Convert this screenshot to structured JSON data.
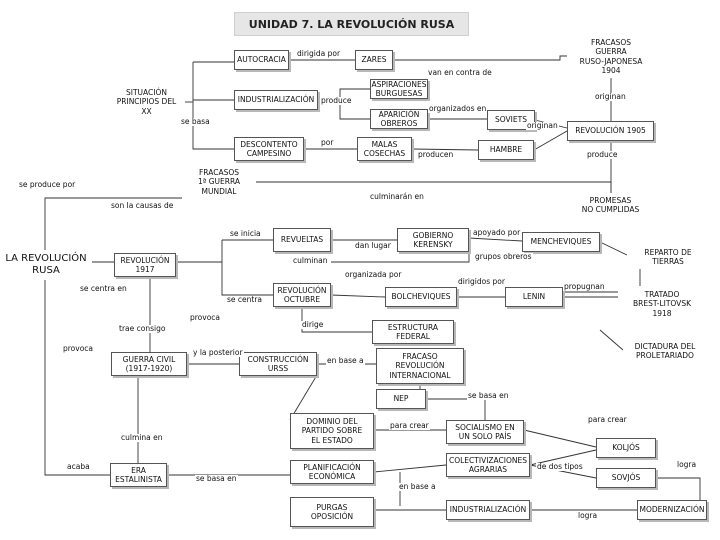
{
  "title": "UNIDAD 7. LA REVOLUCIÓN RUSA",
  "nodes": {
    "autocracia": "AUTOCRACIA",
    "zares": "ZARES",
    "fracasos_ruso_japonesa": "FRACASOS\nGUERRA\nRUSO-JAPONESA\n1904",
    "industrializacion_1": "INDUSTRIALIZACIÓN",
    "situacion_principios": "SITUACIÓN\nPRINCIPIOS DEL XX",
    "aspiraciones_burguesas": "ASPIRACIONES\nBURGUESAS",
    "aparicion_obreros": "APARICIÓN\nOBREROS",
    "soviets": "SOVIETS",
    "descontento_campesino": "DESCONTENTO\nCAMPESINO",
    "malas_cosechas": "MALAS\nCOSECHAS",
    "hambre": "HAMBRE",
    "revolucion_1905": "REVOLUCIÓN 1905",
    "fracasos_primera_guerra": "FRACASOS\n1ª GUERRA\nMUNDIAL",
    "promesas_no_cumplidas": "PROMESAS\nNO CUMPLIDAS",
    "la_revolucion_rusa": "LA REVOLUCIÓN\nRUSA",
    "revolucion_1917": "REVOLUCIÓN\n1917",
    "revueltas": "REVUELTAS",
    "gobierno_kerensky": "GOBIERNO\nKERENSKY",
    "mencheviques": "MENCHEVIQUES",
    "reparto_tierras": "REPARTO DE\nTIERRAS",
    "revolucion_octubre": "REVOLUCIÓN\nOCTUBRE",
    "bolcheviques": "BOLCHEVIQUES",
    "lenin": "LENIN",
    "tratado_brest": "TRATADO\nBREST-LITOVSK\n1918",
    "estructura_federal": "ESTRUCTURA\nFEDERAL",
    "dictadura_proletariado": "DICTADURA DEL\nPROLETARIADO",
    "guerra_civil": "GUERRA CIVIL\n(1917-1920)",
    "construccion_urss": "CONSTRUCCIÓN\nURSS",
    "fracaso_revolucion_internacional": "FRACASO\nREVOLUCIÓN\nINTERNACIONAL",
    "nep": "NEP",
    "dominio_partido": "DOMINIO DEL\nPARTIDO SOBRE\nEL ESTADO",
    "socialismo_un_solo_pais": "SOCIALISMO EN\nUN SOLO PAÍS",
    "koljos": "KOLJÓS",
    "colectivizaciones_agrarias": "COLECTIVIZACIONES\nAGRARIAS",
    "sovjos": "SOVJÓS",
    "era_estalinista": "ERA\nESTALINISTA",
    "planificacion_economica": "PLANIFICACIÓN\nECONÓMICA",
    "purgas_oposicion": "PURGAS\nOPOSICIÓN",
    "industrializacion_2": "INDUSTRIALIZACIÓN",
    "modernizacion": "MODERNIZACIÓN"
  },
  "labels": {
    "dirigida_por": "dirigida por",
    "van_en_contra_de": "van en contra de",
    "originan_1": "originan",
    "produce_1": "produce",
    "organizados_en": "organizados en",
    "se_basa": "se basa",
    "originan_2": "originan",
    "por": "por",
    "producen": "producen",
    "produce_2": "produce",
    "se_produce_por": "se produce por",
    "son_la_causas_de": "son la causas de",
    "culminaran_en": "culminarán en",
    "se_inicia": "se inicia",
    "dan_lugar": "dan lugar",
    "apoyado_por": "apoyado por",
    "grupos_obreros": "grupos obreros",
    "culminan_1": "culminan",
    "organizada_por": "organizada por",
    "dirigidos_por": "dirigidos por",
    "se_centra_en": "se centra en",
    "se_centra": "se centra",
    "propugnan": "propugnan",
    "provoca_1": "provoca",
    "dirige": "dirige",
    "trae_consigo": "trae consigo",
    "provoca_2": "provoca",
    "y_la_posterior": "y la posterior",
    "en_base_a_1": "en base a",
    "se_basa_en_1": "se basa en",
    "para_crear_1": "para crear",
    "para_crear_2": "para crear",
    "culmina_en": "culmina en",
    "de_dos_tipos": "de dos tipos",
    "logra_1": "logra",
    "acaba": "acaba",
    "se_basa_en_2": "se basa en",
    "en_base_a_2": "en base a",
    "logra_2": "logra"
  }
}
